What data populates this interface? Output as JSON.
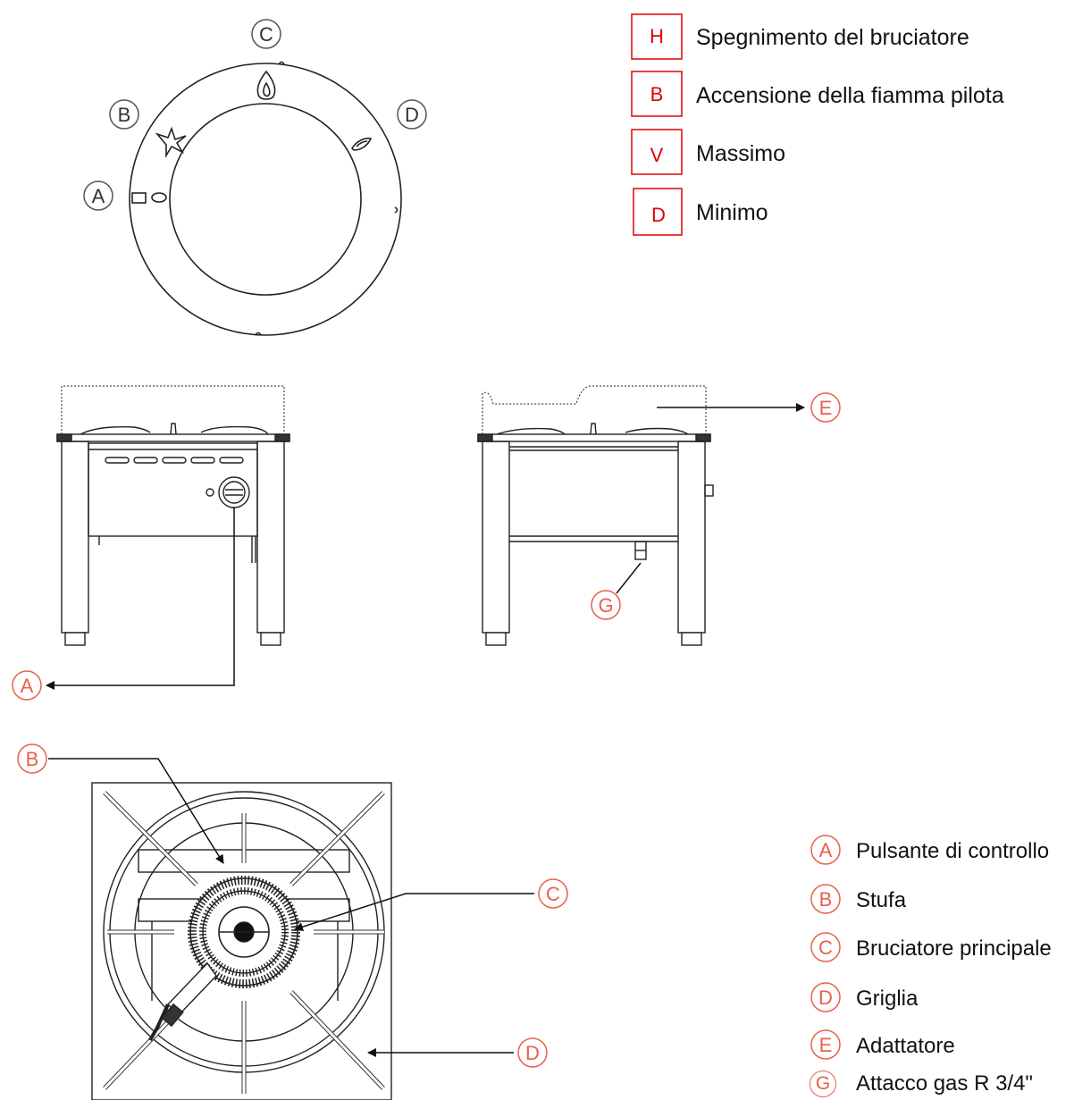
{
  "knob": {
    "labels": {
      "a": "A",
      "b": "B",
      "c": "C",
      "d": "D"
    }
  },
  "state_legend": [
    {
      "letter": "H",
      "text": "Spegnimento del bruciatore"
    },
    {
      "letter": "B",
      "text": "Accensione della fiamma pilota"
    },
    {
      "letter": "V",
      "text": "Massimo"
    },
    {
      "letter": "D",
      "text": "Minimo"
    }
  ],
  "callouts": {
    "front_a": "A",
    "side_e": "E",
    "side_g": "G",
    "top_b": "B",
    "top_c": "C",
    "top_d": "D"
  },
  "parts_legend": [
    {
      "letter": "A",
      "text": "Pulsante di controllo"
    },
    {
      "letter": "B",
      "text": "Stufa"
    },
    {
      "letter": "C",
      "text": "Bruciatore principale"
    },
    {
      "letter": "D",
      "text": "Griglia"
    },
    {
      "letter": "E",
      "text": "Adattatore"
    },
    {
      "letter": "G",
      "text": "Attacco gas R 3/4\""
    }
  ],
  "colors": {
    "callout": "#e8604c",
    "box": "#e00000",
    "line": "#222222"
  }
}
